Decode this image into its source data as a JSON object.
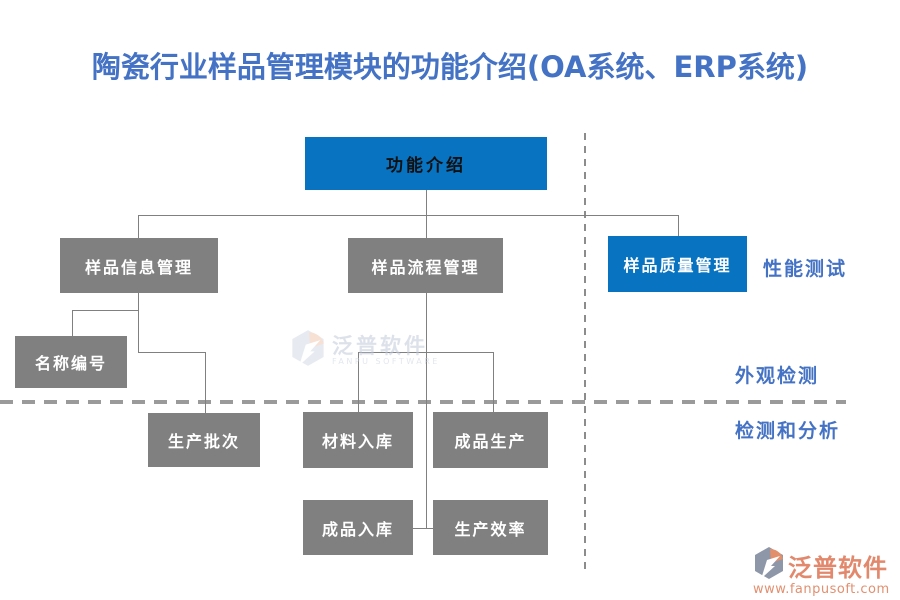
{
  "page": {
    "title": "陶瓷行业样品管理模块的功能介绍(OA系统、ERP系统)"
  },
  "diagram": {
    "root": "功能介绍",
    "branches": {
      "info": {
        "label": "样品信息管理",
        "children": [
          "名称编号",
          "生产批次"
        ]
      },
      "process": {
        "label": "样品流程管理",
        "children": [
          "材料入库",
          "成品生产",
          "成品入库",
          "生产效率"
        ]
      },
      "quality": {
        "label": "样品质量管理"
      }
    },
    "annotations": {
      "performance_test": "性能测试",
      "appearance_inspection": "外观检测",
      "inspection_analysis": "检测和分析"
    }
  },
  "watermark": {
    "brand": "泛普软件",
    "brand_en": "FANPU SOFTWARE"
  },
  "footer": {
    "brand": "泛普软件",
    "url": "www.fanpusoft.com"
  },
  "colors": {
    "title_blue": "#4472c4",
    "node_blue": "#0773c1",
    "node_gray": "#808080",
    "logo_salmon": "#e2886c"
  }
}
